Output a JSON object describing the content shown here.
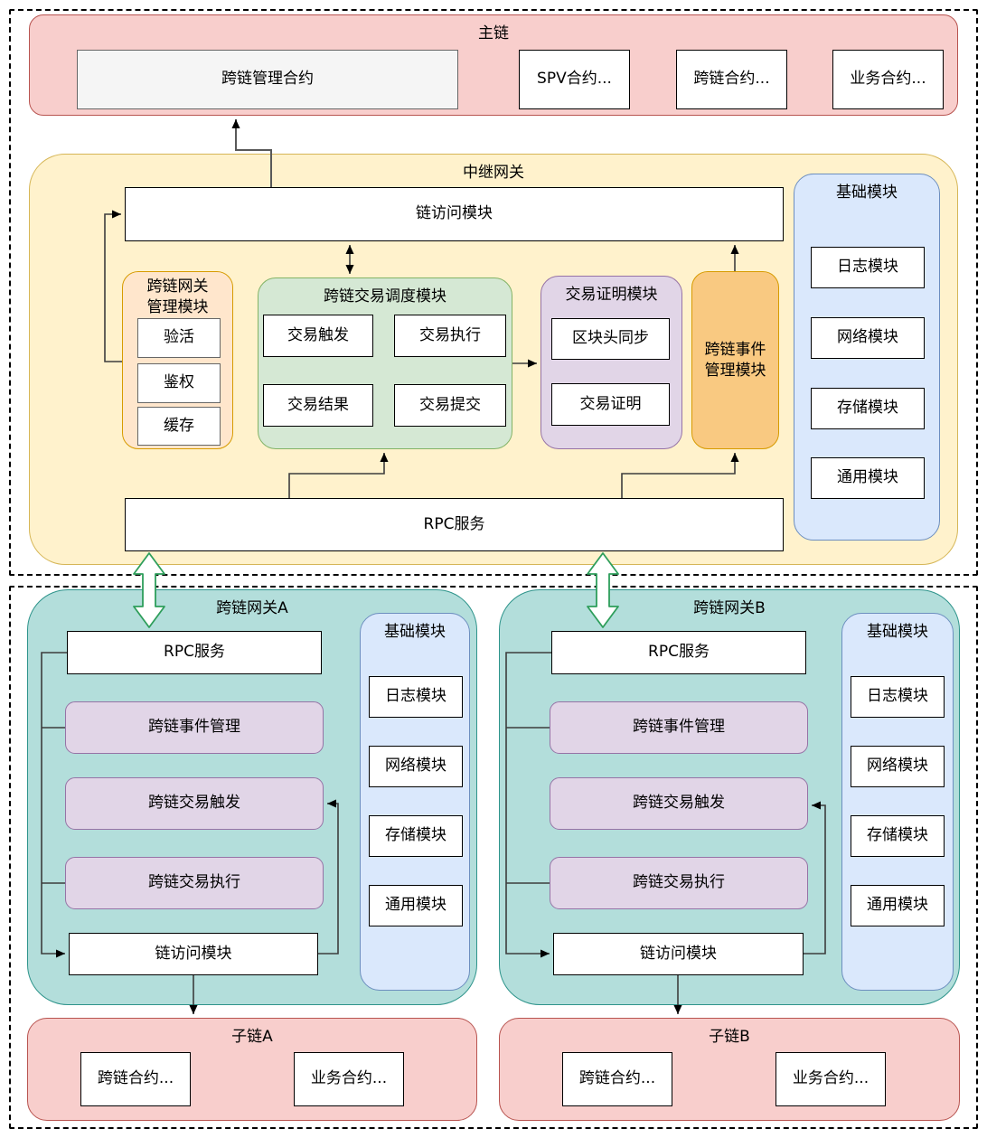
{
  "palette": {
    "chain_fill": "#f8cecc",
    "chain_stroke": "#b85450",
    "relay_fill": "#fff2cc",
    "relay_stroke": "#d6b656",
    "gateway_fill": "#b3dedb",
    "gateway_stroke": "#2e948b",
    "base_module_fill": "#dae8fc",
    "base_module_stroke": "#6c8ebf",
    "schedule_fill": "#d5e8d4",
    "schedule_stroke": "#82b366",
    "proof_fill": "#e1d5e7",
    "proof_stroke": "#9673a6",
    "mgmt_fill": "#ffe6cc",
    "event_fill": "#f9c981",
    "orange_stroke": "#d79b00",
    "flow_arrow_stroke": "#2e9e5b",
    "connector": "#3d3d3d"
  },
  "main_chain": {
    "title": "主链",
    "management_contract": "跨链管理合约",
    "contracts": [
      "SPV合约...",
      "跨链合约...",
      "业务合约..."
    ]
  },
  "relay": {
    "title": "中继网关",
    "chain_access_label": "链访问模块",
    "rpc_label": "RPC服务",
    "gateway_mgmt": {
      "title": "跨链网关管理模块",
      "items": [
        "验活",
        "鉴权",
        "缓存"
      ]
    },
    "tx_schedule": {
      "title": "跨链交易调度模块",
      "items": [
        "交易触发",
        "交易执行",
        "交易结果",
        "交易提交"
      ]
    },
    "tx_proof": {
      "title": "交易证明模块",
      "items": [
        "区块头同步",
        "交易证明"
      ]
    },
    "event_mgmt_title": "跨链事件管理模块",
    "base_module": {
      "title": "基础模块",
      "items": [
        "日志模块",
        "网络模块",
        "存储模块",
        "通用模块"
      ]
    }
  },
  "gateway_a": {
    "title": "跨链网关A",
    "rpc_label": "RPC服务",
    "event_label": "跨链事件管理",
    "trigger_label": "跨链交易触发",
    "exec_label": "跨链交易执行",
    "chain_access_label": "链访问模块",
    "base_module": {
      "title": "基础模块",
      "items": [
        "日志模块",
        "网络模块",
        "存储模块",
        "通用模块"
      ]
    }
  },
  "gateway_b": {
    "title": "跨链网关B",
    "rpc_label": "RPC服务",
    "event_label": "跨链事件管理",
    "trigger_label": "跨链交易触发",
    "exec_label": "跨链交易执行",
    "chain_access_label": "链访问模块",
    "base_module": {
      "title": "基础模块",
      "items": [
        "日志模块",
        "网络模块",
        "存储模块",
        "通用模块"
      ]
    }
  },
  "subchain_a": {
    "title": "子链A",
    "contracts": [
      "跨链合约...",
      "业务合约..."
    ]
  },
  "subchain_b": {
    "title": "子链B",
    "contracts": [
      "跨链合约...",
      "业务合约..."
    ]
  }
}
